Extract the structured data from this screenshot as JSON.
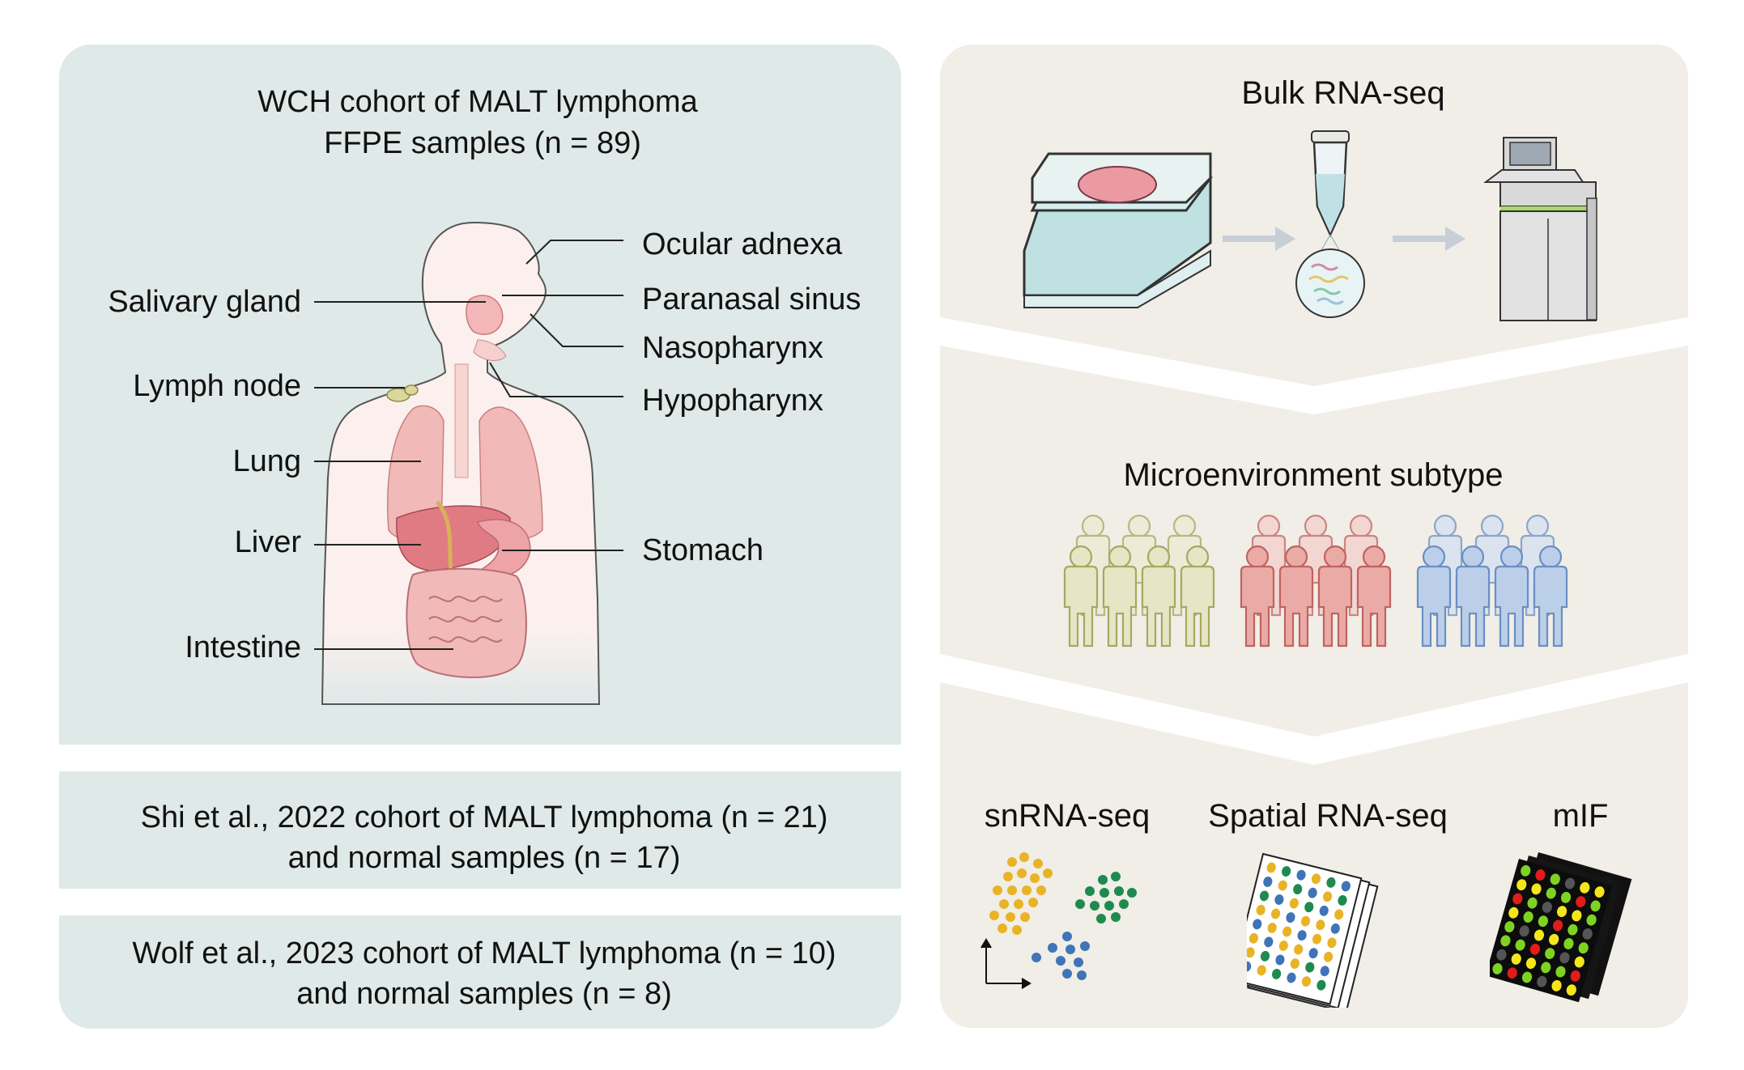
{
  "left": {
    "wch_title_line1": "WCH cohort of MALT lymphoma",
    "wch_title_line2": "FFPE samples (n = 89)",
    "organs_left": [
      "Salivary gland",
      "Lymph node",
      "Lung",
      "Liver",
      "Intestine"
    ],
    "organs_right": [
      "Ocular adnexa",
      "Paranasal sinus",
      "Nasopharynx",
      "Hypopharynx",
      "Stomach"
    ],
    "shi_line1": "Shi et al., 2022 cohort of MALT lymphoma (n = 21)",
    "shi_line2": "and normal samples (n = 17)",
    "wolf_line1": "Wolf et al., 2023 cohort of MALT lymphoma  (n = 10)",
    "wolf_line2": "and normal samples (n = 8)"
  },
  "right": {
    "bulk_title": "Bulk RNA-seq",
    "micro_title": "Microenvironment subtype",
    "methods": [
      "snRNA-seq",
      "Spatial RNA-seq",
      "mIF"
    ]
  },
  "colors": {
    "left_panel": "#dfe9e8",
    "right_panel": "#f0eee6",
    "subtype_yellow": "#e4e4c4",
    "subtype_red": "#e9a8a4",
    "subtype_blue": "#b7cbe6",
    "cluster_yellow": "#e9b326",
    "cluster_green": "#1f8a4f",
    "cluster_blue": "#3f74b8",
    "organ_pink": "#efa7ab"
  }
}
